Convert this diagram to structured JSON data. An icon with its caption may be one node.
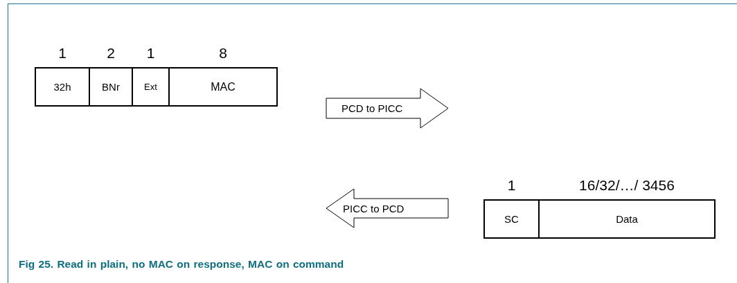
{
  "diagram": {
    "caption": "Fig 25. Read in plain, no MAC on response, MAC on command",
    "nodes": [
      {
        "text": [
          "32h"
        ],
        "beside": [
          "1"
        ]
      },
      {
        "text": [
          "BNr"
        ],
        "beside": [
          "2"
        ]
      },
      {
        "text": [
          "Ext"
        ],
        "beside": [
          "1"
        ]
      },
      {
        "text": [
          "MAC"
        ],
        "beside": [
          "8"
        ]
      },
      {
        "text": [
          "PCD to PICC"
        ]
      },
      {
        "text": [
          "PICC to PCD"
        ]
      },
      {
        "text": [
          "SC"
        ],
        "beside": [
          "1"
        ]
      },
      {
        "text": [
          "Data"
        ],
        "beside": [
          "16/32/…/ 3456"
        ]
      }
    ]
  }
}
